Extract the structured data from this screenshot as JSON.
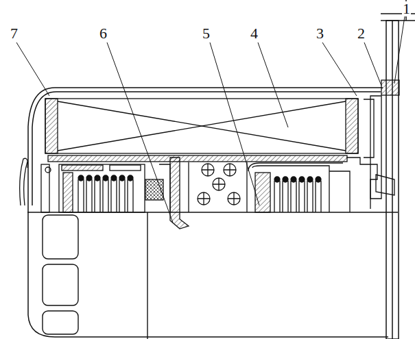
{
  "diagram": {
    "labels": [
      "7",
      "6",
      "5",
      "4",
      "3",
      "2",
      "1"
    ]
  }
}
